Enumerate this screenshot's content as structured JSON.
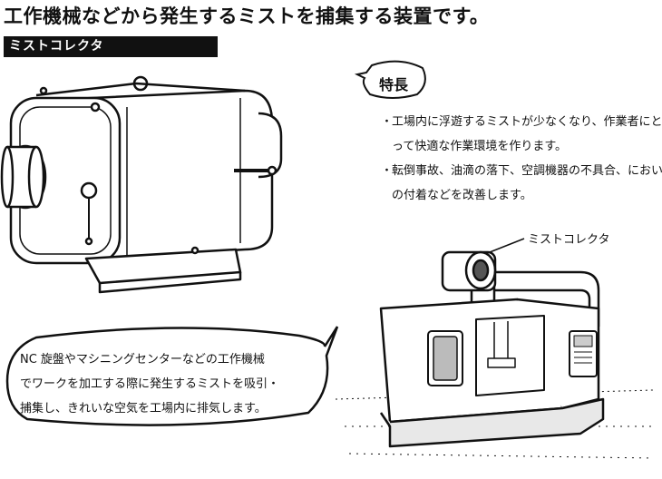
{
  "headline": "工作機械などから発生するミストを捕集する装置です。",
  "section_label": "ミストコレクタ",
  "features": {
    "title": "特長",
    "items": [
      {
        "bullet": "・",
        "text": "工場内に浮遊するミストが少なくなり、作業者にとって快適な作業環境を作ります。"
      },
      {
        "bullet": "・",
        "text": "転倒事故、油滴の落下、空調機器の不具合、においの付着などを改善します。"
      }
    ]
  },
  "callout_label": "ミストコレクタ",
  "speech": {
    "lines": [
      "NC 旋盤やマシニングセンターなどの工作機械",
      "でワークを加工する際に発生するミストを吸引・",
      "捕集し、きれいな空気を工場内に排気します。"
    ]
  }
}
